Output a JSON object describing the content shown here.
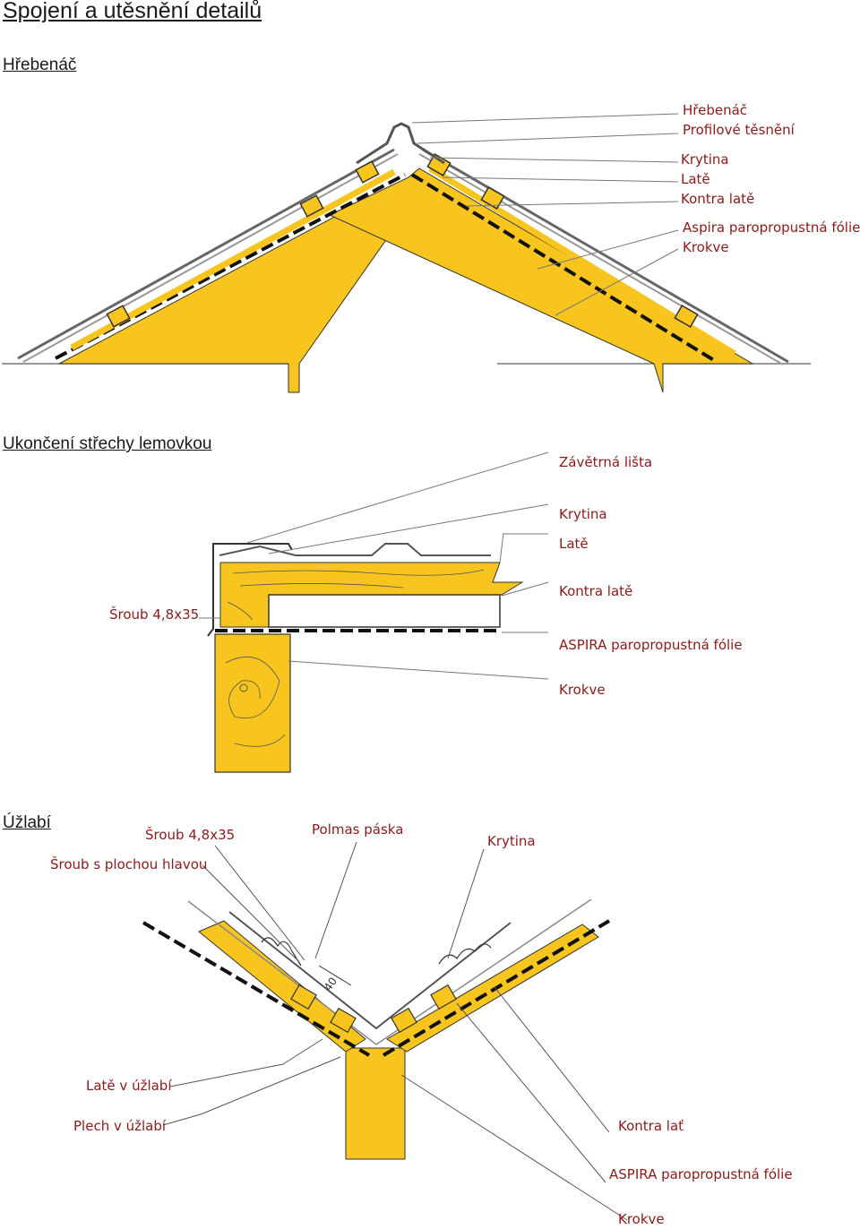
{
  "title": "Spojení a utěsnění detailů",
  "sections": {
    "ridge": {
      "heading": "Hřebenáč",
      "labels": [
        "Hřebenáč",
        "Profilové těsnění",
        "Krytina",
        "Latě",
        "Kontra latě",
        "Aspira paropropustná fólie",
        "Krokve"
      ]
    },
    "verge": {
      "heading": "Ukončení střechy lemovkou",
      "labels": [
        "Závětrná lišta",
        "Krytina",
        "Latě",
        "Kontra latě",
        "ASPIRA paropropustná fólie",
        "Krokve",
        "Šroub 4,8x35"
      ]
    },
    "valley": {
      "heading": "Úžlabí",
      "labels": [
        "Šroub 4,8x35",
        "Šroub s plochou hlavou",
        "Polmas páska",
        "Krytina",
        "Latě v úžlabí",
        "Plech v úžlabí",
        "Kontra lať",
        "ASPIRA paropropustná fólie",
        "Krokve"
      ],
      "dimension": "40"
    }
  },
  "colors": {
    "timber": "#f7c51e",
    "label": "#8b1a1a",
    "line": "#222222"
  }
}
